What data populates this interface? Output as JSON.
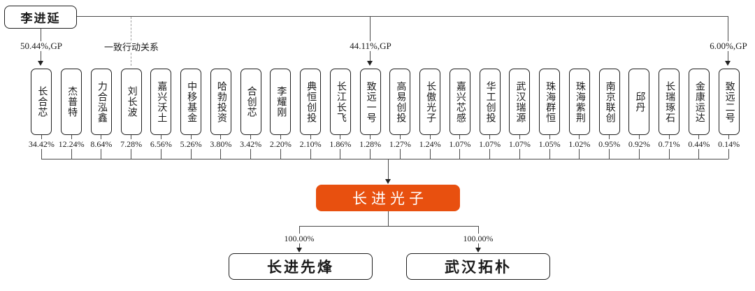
{
  "colors": {
    "accent_orange": "#E8500F",
    "line": "#4A4A4A",
    "box_border": "#1F1F1F",
    "background": "#FFFFFF"
  },
  "diagram": {
    "controller": {
      "name": "李进延"
    },
    "controller_links": [
      {
        "target": "长合芯",
        "label": "50.44%,GP",
        "style": "solid-arrow"
      },
      {
        "target": "刘长波",
        "label": "一致行动关系",
        "style": "dashed-line"
      },
      {
        "target": "致远一号",
        "label": "44.11%,GP",
        "style": "solid-arrow"
      },
      {
        "target": "致远二号",
        "label": "6.00%,GP",
        "style": "solid-arrow"
      }
    ],
    "shareholders": [
      {
        "name": "长合芯",
        "pct": "34.42%"
      },
      {
        "name": "杰普特",
        "pct": "12.24%"
      },
      {
        "name": "力合泓鑫",
        "pct": "8.64%"
      },
      {
        "name": "刘长波",
        "pct": "7.28%"
      },
      {
        "name": "嘉兴沃土",
        "pct": "6.56%"
      },
      {
        "name": "中移基金",
        "pct": "5.26%"
      },
      {
        "name": "哈勃投资",
        "pct": "3.80%"
      },
      {
        "name": "合创芯",
        "pct": "3.42%"
      },
      {
        "name": "李耀刚",
        "pct": "2.20%"
      },
      {
        "name": "典恒创投",
        "pct": "2.10%"
      },
      {
        "name": "长江长飞",
        "pct": "1.86%"
      },
      {
        "name": "致远一号",
        "pct": "1.28%"
      },
      {
        "name": "高易创投",
        "pct": "1.27%"
      },
      {
        "name": "长傲光子",
        "pct": "1.24%"
      },
      {
        "name": "嘉兴芯感",
        "pct": "1.07%"
      },
      {
        "name": "华工创投",
        "pct": "1.07%"
      },
      {
        "name": "武汉瑞源",
        "pct": "1.07%"
      },
      {
        "name": "珠海群恒",
        "pct": "1.05%"
      },
      {
        "name": "珠海紫荆",
        "pct": "1.02%"
      },
      {
        "name": "南京联创",
        "pct": "0.95%"
      },
      {
        "name": "邱丹",
        "pct": "0.92%"
      },
      {
        "name": "长瑞琢石",
        "pct": "0.71%"
      },
      {
        "name": "金康运达",
        "pct": "0.44%"
      },
      {
        "name": "致远二号",
        "pct": "0.14%"
      }
    ],
    "company": {
      "name": "长进光子"
    },
    "subsidiaries": [
      {
        "name": "长进先烽",
        "pct": "100.00%"
      },
      {
        "name": "武汉拓朴",
        "pct": "100.00%"
      }
    ]
  }
}
